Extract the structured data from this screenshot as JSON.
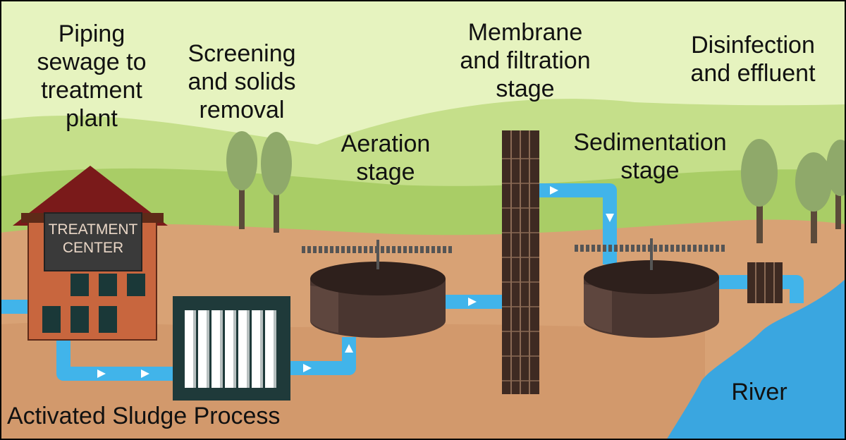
{
  "labels": {
    "piping": [
      "Piping",
      "sewage to",
      "treatment",
      "plant"
    ],
    "screening": [
      "Screening",
      "and solids",
      "removal"
    ],
    "aeration": [
      "Aeration",
      "stage"
    ],
    "membrane": [
      "Membrane",
      "and filtration",
      "stage"
    ],
    "sedimentation": [
      "Sedimentation",
      "stage"
    ],
    "disinfection": [
      "Disinfection",
      "and effluent"
    ],
    "river": "River",
    "process_title": "Activated Sludge Process"
  },
  "sign": {
    "line1": "TREATMENT",
    "line2": "CENTER"
  },
  "colors": {
    "sky": "#e6f3bf",
    "hills_light": "#c5df8a",
    "hills_mid": "#a9cd66",
    "ground": "#d8a275",
    "ground_dark": "#c8895c",
    "pipe": "#41b4ea",
    "river": "#3aa6e0",
    "tank": "#4a3630",
    "building": "#c8663e",
    "roof": "#7a1a1a"
  }
}
